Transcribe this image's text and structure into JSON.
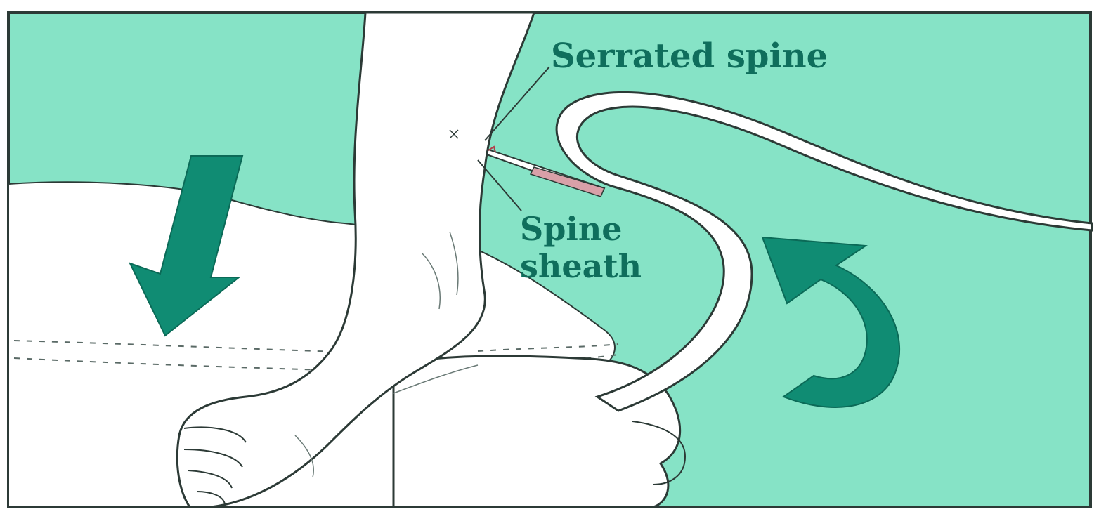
{
  "labels": {
    "serrated_spine": "Serrated spine",
    "spine_sheath_line1": "Spine",
    "spine_sheath_line2": "sheath"
  },
  "colors": {
    "water": "#86e3c6",
    "arrow": "#108c73",
    "arrow_dark": "#0b6a57",
    "label": "#0f6e5c",
    "ink": "#2c3a36",
    "sand": "#ffffff"
  },
  "icons": {
    "down_arrow": "arrow-down-left-icon",
    "curved_arrow": "curved-arrow-icon"
  }
}
